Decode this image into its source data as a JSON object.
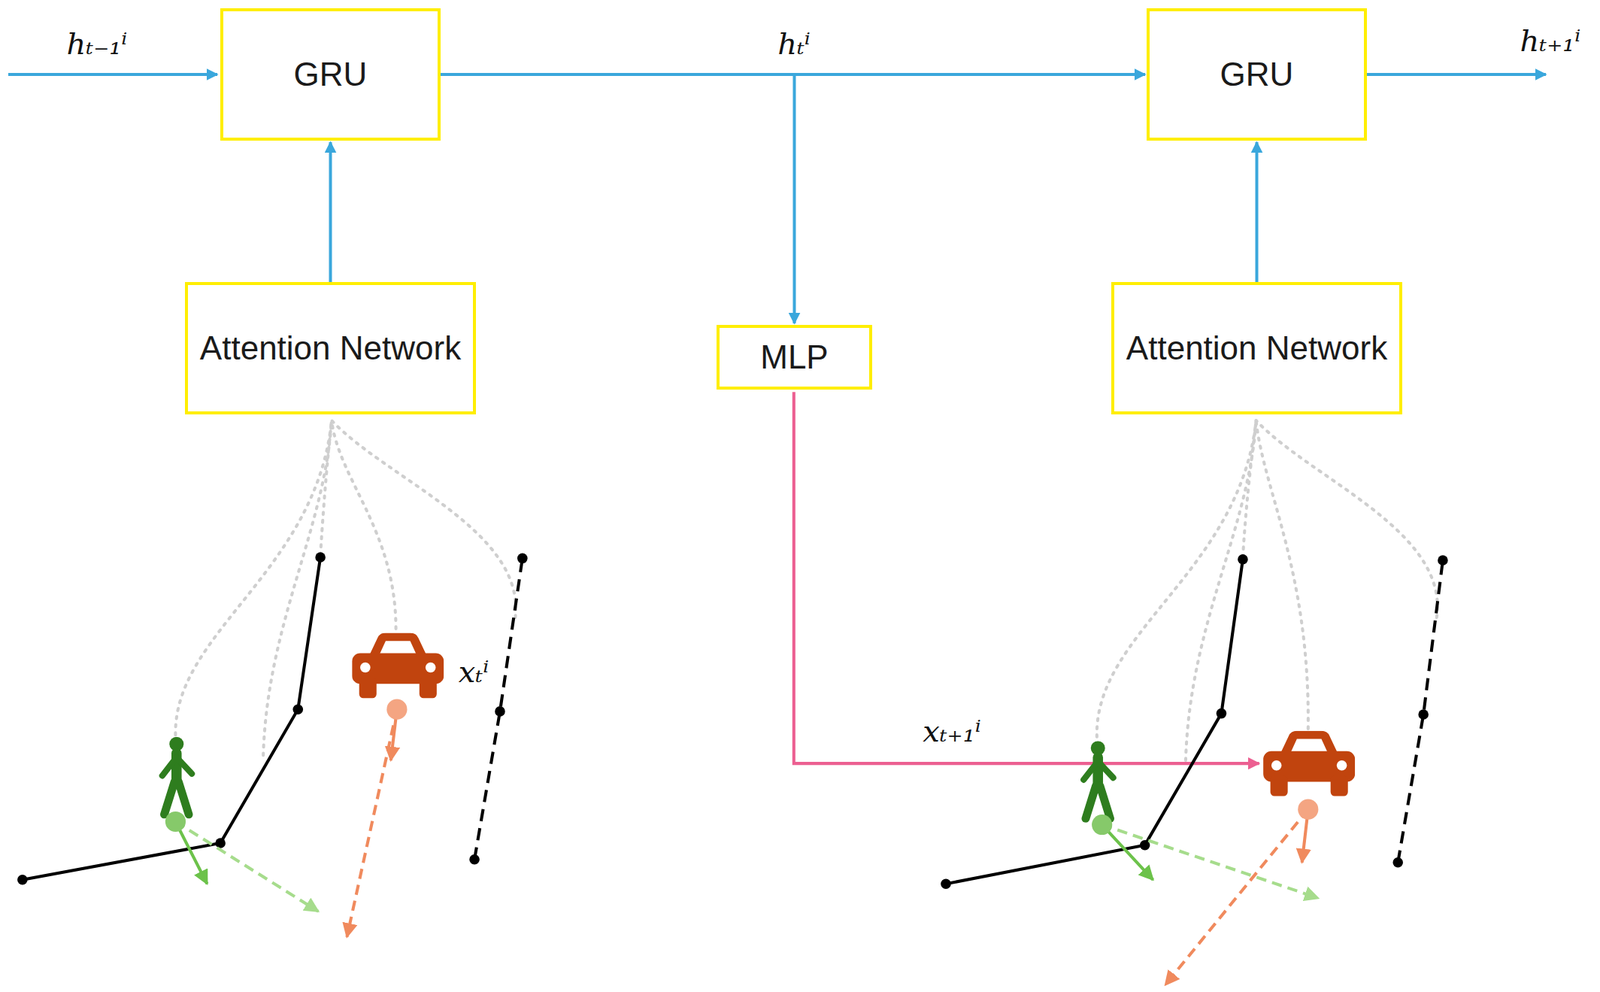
{
  "diagram": {
    "nodes": [
      {
        "text": [
          "GRU"
        ]
      },
      {
        "text": [
          "GRU"
        ]
      },
      {
        "text": [
          "Attention Network"
        ]
      },
      {
        "text": [
          "MLP"
        ]
      },
      {
        "text": [
          "Attention Network"
        ]
      }
    ],
    "edges": [
      {
        "from": 0,
        "to": 1,
        "label": "hₜⁱ",
        "arrow": "to"
      },
      {
        "from": 2,
        "to": 0,
        "arrow": "to"
      },
      {
        "from": 4,
        "to": 1,
        "arrow": "to"
      },
      {
        "from": 0,
        "to": 3,
        "arrow": "to"
      }
    ],
    "labels": [
      "hₜ₋₁ⁱ",
      "hₜ₊₁ⁱ",
      "xₜⁱ",
      "xₜ₊₁ⁱ"
    ]
  }
}
